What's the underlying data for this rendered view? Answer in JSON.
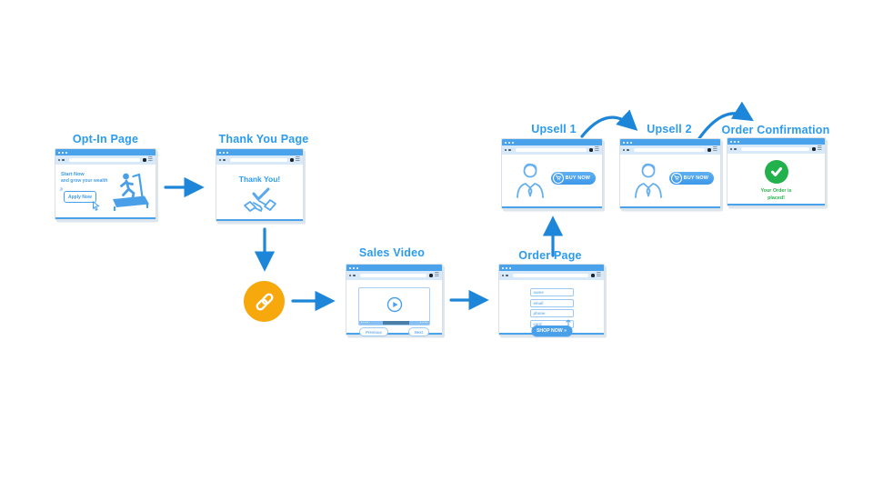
{
  "diagram": {
    "type": "sales-funnel-flowchart",
    "background": "#ffffff"
  },
  "colors": {
    "title_text": "#2B9BF0",
    "arrow": "#1D86D8",
    "browser_titlebar": "#4AA2EA",
    "browser_toolbar": "#D8E9FA",
    "content_blue": "#4AA0E8",
    "link_node_orange": "#F6A80C",
    "success_green": "#23B14D"
  },
  "windows": {
    "optin": {
      "title": "Opt-In Page",
      "heading": "Start Now",
      "subheading": "and grow your wealth",
      "cta": "Apply Now"
    },
    "thankyou": {
      "title": "Thank You Page",
      "message": "Thank You!"
    },
    "salesvideo": {
      "title": "Sales Video",
      "prev_label": "Previous",
      "next_label": "Next"
    },
    "orderpage": {
      "title": "Order Page",
      "fields": [
        "name",
        "email",
        "phone",
        "card"
      ],
      "cta": "SHOP NOW »"
    },
    "upsell1": {
      "title": "Upsell 1",
      "cta": "BUY NOW"
    },
    "upsell2": {
      "title": "Upsell 2",
      "cta": "BUY NOW"
    },
    "confirmation": {
      "title": "Order Confirmation",
      "message": "Your Order is placed!"
    }
  },
  "icons": {
    "menu_glyph": "☰",
    "link_icon": "chain-link",
    "play_icon": "play-triangle",
    "check_icon": "checkmark",
    "cart_icon": "shopping-cart",
    "person_icon": "businessman-outline",
    "handshake_icon": "handshake-with-check",
    "treadmill_icon": "runner-on-treadmill",
    "cursor_icon": "mouse-pointer"
  },
  "flow": {
    "edges": [
      "optin → thankyou",
      "thankyou → link-node",
      "link-node → salesvideo",
      "salesvideo → orderpage",
      "orderpage → upsell1",
      "upsell1 → upsell2",
      "upsell2 → confirmation"
    ]
  }
}
